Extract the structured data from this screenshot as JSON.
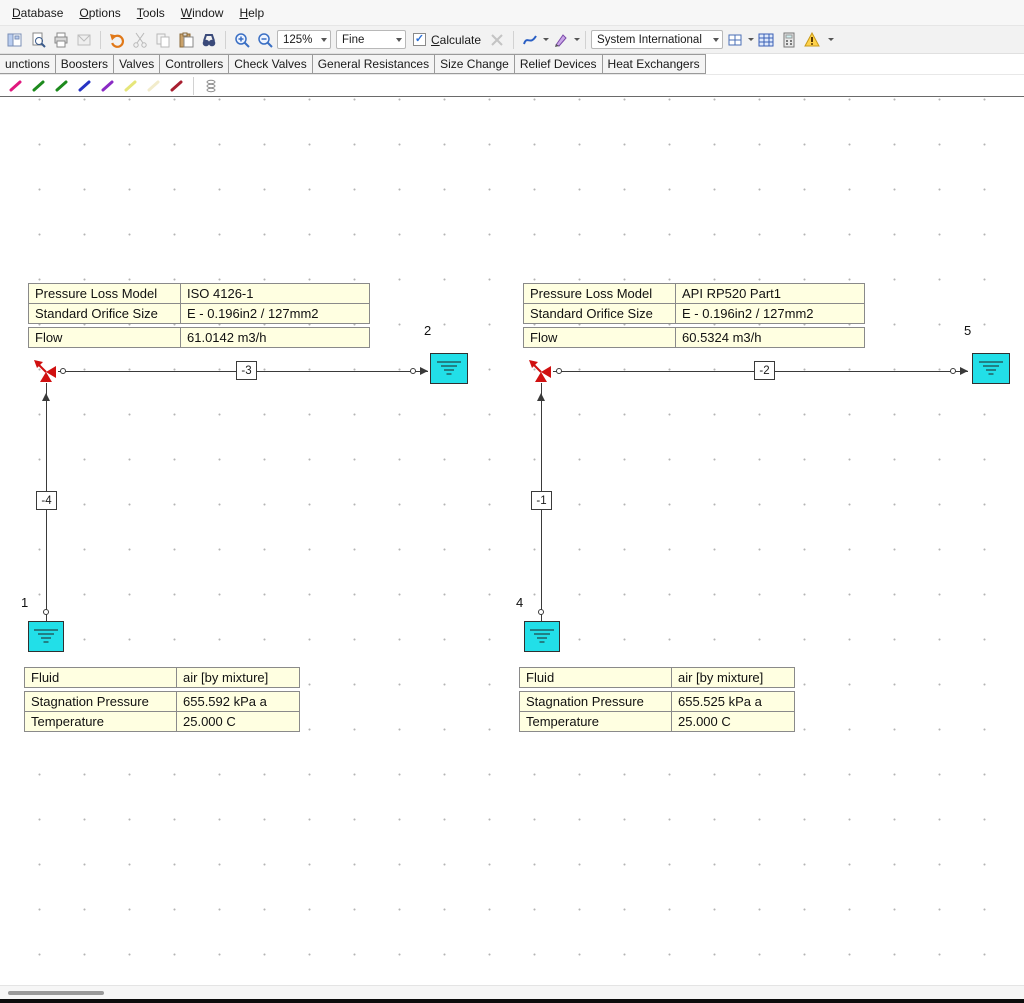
{
  "menubar": {
    "items": [
      {
        "label": "Database"
      },
      {
        "label": "Options"
      },
      {
        "label": "Tools"
      },
      {
        "label": "Window"
      },
      {
        "label": "Help"
      }
    ]
  },
  "toolbar": {
    "zoom_value": "125%",
    "detail_value": "Fine",
    "calculate_label": "Calculate",
    "units_value": "System International",
    "icons": [
      "layout-panels",
      "print-preview",
      "print",
      "send-disabled",
      "undo",
      "cut",
      "copy",
      "paste",
      "find",
      "zoom-in",
      "zoom-out",
      "zoom-combobox",
      "detail-combobox",
      "calculate-checkbox",
      "cancel-disabled",
      "auto-route-tool",
      "format-painter",
      "units-combobox",
      "grid-options",
      "results-table",
      "calculator",
      "warning"
    ]
  },
  "component_tabs": {
    "items": [
      {
        "label": "unctions"
      },
      {
        "label": "Boosters"
      },
      {
        "label": "Valves"
      },
      {
        "label": "Controllers"
      },
      {
        "label": "Check Valves"
      },
      {
        "label": "General Resistances"
      },
      {
        "label": "Size Change"
      },
      {
        "label": "Relief Devices"
      },
      {
        "label": "Heat Exchangers"
      }
    ]
  },
  "pen_palette": {
    "colors": [
      "#e0187e",
      "#1d8a1d",
      "#1d8a1d",
      "#2733c4",
      "#8a2bc4",
      "#e6e67a",
      "#f2eccb",
      "#a81f30"
    ],
    "icons": [
      "pipe-pen-pink",
      "pipe-pen-green-1",
      "pipe-pen-green-2",
      "pipe-pen-blue",
      "pipe-pen-purple",
      "pipe-pen-yellow",
      "pipe-pen-cream",
      "pipe-pen-darkred",
      "rings-icon"
    ]
  },
  "colors": {
    "tank_fill": "#22dfe8",
    "valve_red": "#d01010",
    "annotation_bg": "#ffffe1"
  },
  "systems": {
    "left": {
      "results": {
        "rows": [
          {
            "label": "Pressure Loss Model",
            "value": "ISO 4126-1"
          },
          {
            "label": "Standard Orifice Size",
            "value": "E - 0.196in2 / 127mm2"
          },
          {
            "label": "Flow",
            "value": "61.0142 m3/h"
          }
        ]
      },
      "horizontal_pipe_label": "-3",
      "vertical_pipe_label": "-4",
      "inlet_node": "1",
      "outlet_node": "2",
      "fluid": {
        "rows": [
          {
            "label": "Fluid",
            "value": "air [by mixture]"
          },
          {
            "label": "Stagnation Pressure",
            "value": "655.592 kPa a"
          },
          {
            "label": "Temperature",
            "value": "25.000 C"
          }
        ]
      }
    },
    "right": {
      "results": {
        "rows": [
          {
            "label": "Pressure Loss Model",
            "value": "API RP520 Part1"
          },
          {
            "label": "Standard Orifice Size",
            "value": "E - 0.196in2 / 127mm2"
          },
          {
            "label": "Flow",
            "value": "60.5324 m3/h"
          }
        ]
      },
      "horizontal_pipe_label": "-2",
      "vertical_pipe_label": "-1",
      "inlet_node": "4",
      "outlet_node": "5",
      "fluid": {
        "rows": [
          {
            "label": "Fluid",
            "value": "air [by mixture]"
          },
          {
            "label": "Stagnation Pressure",
            "value": "655.525 kPa a"
          },
          {
            "label": "Temperature",
            "value": "25.000 C"
          }
        ]
      }
    }
  }
}
